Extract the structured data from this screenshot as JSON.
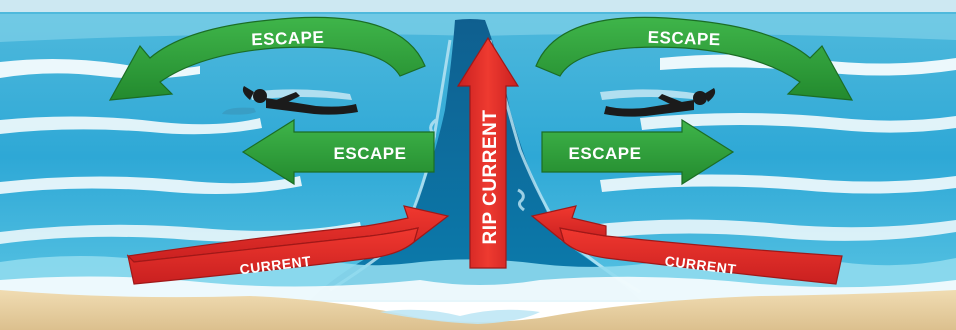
{
  "labels": {
    "escape_top_left": "ESCAPE",
    "escape_top_right": "ESCAPE",
    "escape_mid_left": "ESCAPE",
    "escape_mid_right": "ESCAPE",
    "rip_current": "RIP CURRENT",
    "current_left": "CURRENT",
    "current_right": "CURRENT"
  },
  "colors": {
    "sky": "#cfe9f3",
    "ocean_light": "#5cc3e0",
    "ocean_mid": "#27a4d2",
    "channel": "#0d6d9e",
    "foam": "#ffffff",
    "sand": "#e8d3a8",
    "sand_dark": "#d9bf8d",
    "escape_green": "#2f9e3a",
    "escape_green_dark": "#1f7a2a",
    "current_red": "#e32b2b",
    "current_red_dark": "#b31b1b",
    "swimmer": "#1a1a1a"
  },
  "icons": {
    "swimmer_left": "swimmer-icon",
    "swimmer_right": "swimmer-icon"
  }
}
